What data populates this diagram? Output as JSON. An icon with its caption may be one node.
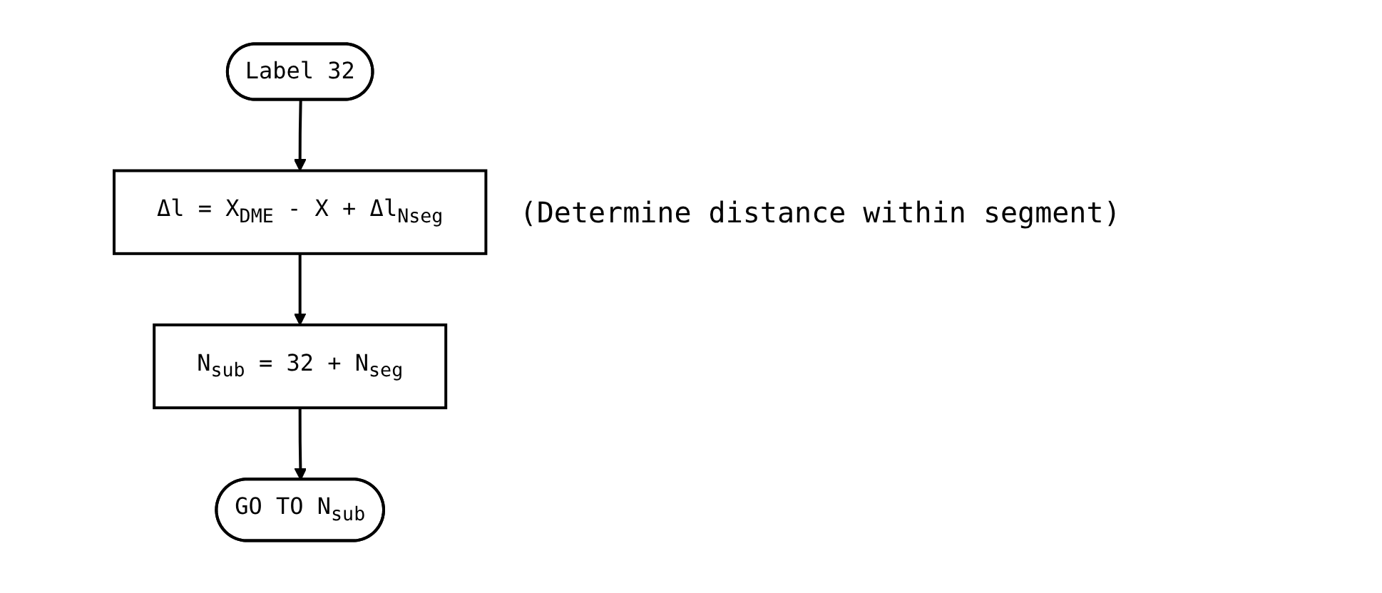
{
  "diagram": {
    "nodes": [
      {
        "text": [
          "Label 32"
        ]
      },
      {
        "text": [
          "Δl = X$_{DME}$ - X + Δl$_{Nseg}$"
        ],
        "beside": [
          "(Determine distance within segment)"
        ]
      },
      {
        "text": [
          "N$_{sub}$ = 32 + N$_{seg}$"
        ]
      },
      {
        "text": [
          "GO TO N$_{sub}$"
        ]
      }
    ],
    "edges": [
      {
        "from": 0,
        "to": 1,
        "arrow": "to"
      },
      {
        "from": 1,
        "to": 2,
        "arrow": "to"
      },
      {
        "from": 2,
        "to": 3,
        "arrow": "to"
      }
    ]
  }
}
